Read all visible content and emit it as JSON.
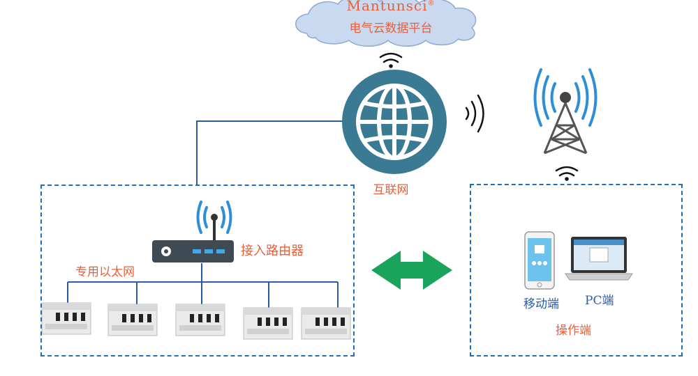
{
  "cloud": {
    "brand": "Mantunsci",
    "brand_mark": "®",
    "title": "电气云数据平台"
  },
  "internet": {
    "label": "互联网"
  },
  "router": {
    "label": "接入路由器"
  },
  "network": {
    "label": "专用以太网"
  },
  "operator": {
    "label": "操作端",
    "mobile_label": "移动端",
    "pc_label": "PC端"
  },
  "colors": {
    "accent": "#e8603a",
    "line": "#2a5aa8",
    "dashed": "#1f6fb8",
    "globe": "#3a7a92",
    "arrow": "#1aa35a",
    "wifi": "#2e8ed8"
  },
  "icons": [
    "cloud-icon",
    "globe-icon",
    "wifi-icon",
    "signal-waves-icon",
    "cell-tower-icon",
    "router-icon",
    "breaker-icon",
    "double-arrow-icon",
    "phone-icon",
    "laptop-icon"
  ]
}
